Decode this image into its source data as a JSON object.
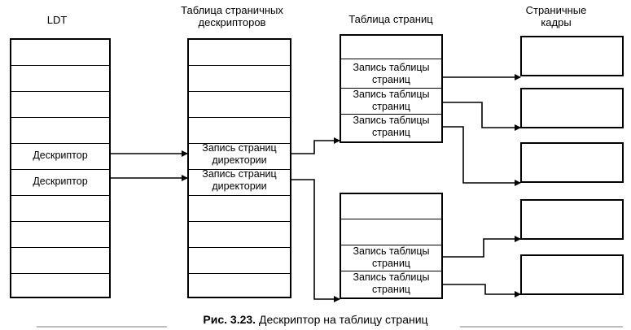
{
  "headers": {
    "ldt": "LDT",
    "pd_table": "Таблица страничных\nдескрипторов",
    "page_table": "Таблица страниц",
    "frames": "Страничные\nкадры"
  },
  "ldt": {
    "descriptor_1": "Дескриптор",
    "descriptor_2": "Дескриптор"
  },
  "pd_table": {
    "entry_1": "Запись страниц\nдиректории",
    "entry_2": "Запись страниц\nдиректории"
  },
  "page_table_1": {
    "entry_1": "Запись таблицы\nстраниц",
    "entry_2": "Запись таблицы\nстраниц",
    "entry_3": "Запись таблицы\nстраниц"
  },
  "page_table_2": {
    "entry_1": "Запись таблицы\nстраниц",
    "entry_2": "Запись таблицы\nстраниц"
  },
  "caption": {
    "label": "Рис. 3.23.",
    "text": "Дескриптор на таблицу страниц"
  }
}
